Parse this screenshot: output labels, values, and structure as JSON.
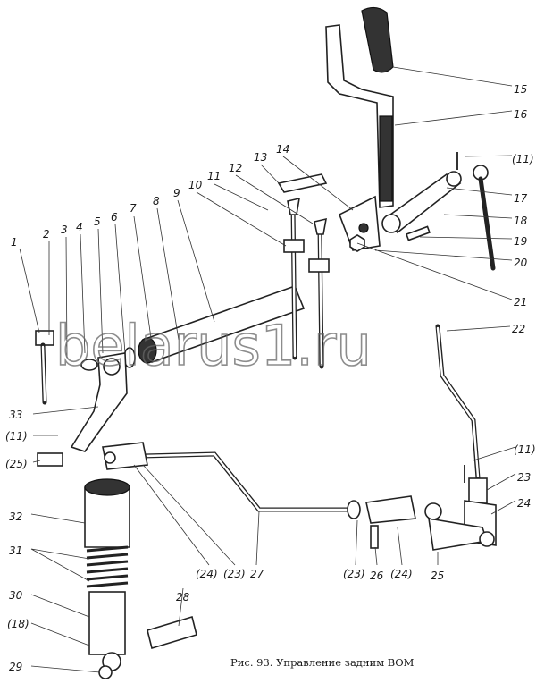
{
  "figure": {
    "caption": "Рис. 93. Управление задним ВОМ",
    "watermark": "belarus1.ru",
    "labels": [
      "1",
      "2",
      "3",
      "4",
      "5",
      "6",
      "7",
      "8",
      "9",
      "10",
      "11",
      "12",
      "13",
      "14",
      "15",
      "16",
      "(11)",
      "17",
      "18",
      "19",
      "20",
      "21",
      "22",
      "(11)",
      "23",
      "24",
      "25",
      "(24)",
      "26",
      "(23)",
      "27",
      "(23)",
      "(24)",
      "28",
      "29",
      "(18)",
      "30",
      "31",
      "32",
      "(25)",
      "(11)",
      "33"
    ]
  }
}
